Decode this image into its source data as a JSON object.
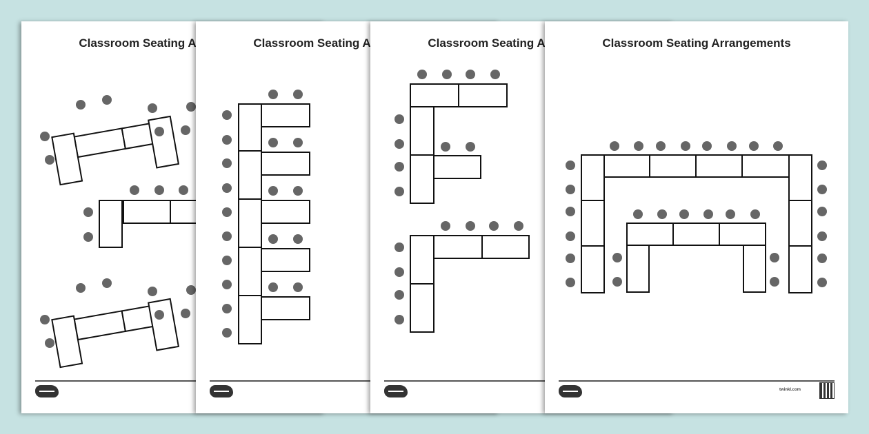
{
  "sheets": [
    {
      "title": "Classroom Seating Arrangements"
    },
    {
      "title": "Classroom Seating Arrangements"
    },
    {
      "title": "Classroom Seating Arrangements"
    },
    {
      "title": "Classroom Seating Arrangements"
    }
  ],
  "footer": {
    "website": "twinkl.com"
  },
  "icons": {
    "brand_logo": "twinkl-logo-icon",
    "qr_code": "qr-code-icon"
  },
  "colors": {
    "background": "#c6e2e2",
    "page": "#ffffff",
    "seat": "#666666",
    "desk_outline": "#111111"
  }
}
